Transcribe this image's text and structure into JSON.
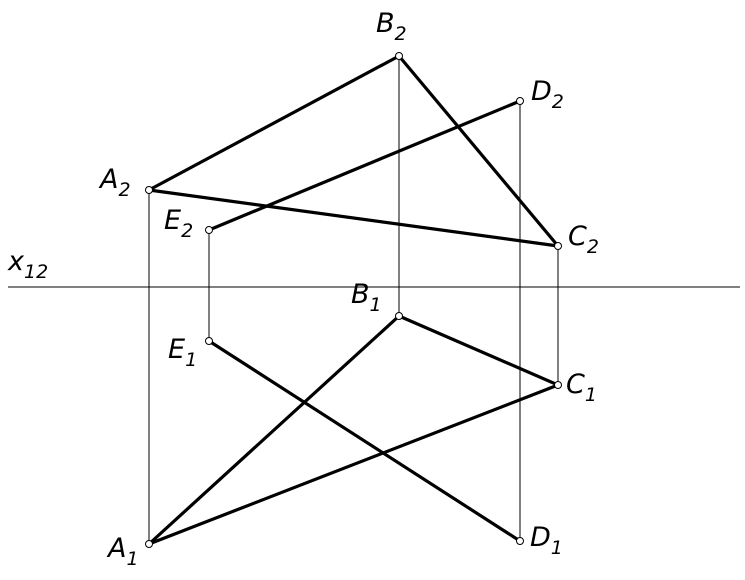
{
  "axis_label": {
    "letter": "x",
    "sub": "12"
  },
  "labels": {
    "A2": {
      "letter": "A",
      "sub": "2"
    },
    "B2": {
      "letter": "B",
      "sub": "2"
    },
    "C2": {
      "letter": "C",
      "sub": "2"
    },
    "D2": {
      "letter": "D",
      "sub": "2"
    },
    "E2": {
      "letter": "E",
      "sub": "2"
    },
    "A1": {
      "letter": "A",
      "sub": "1"
    },
    "B1": {
      "letter": "B",
      "sub": "1"
    },
    "C1": {
      "letter": "C",
      "sub": "1"
    },
    "D1": {
      "letter": "D",
      "sub": "1"
    },
    "E1": {
      "letter": "E",
      "sub": "1"
    }
  }
}
